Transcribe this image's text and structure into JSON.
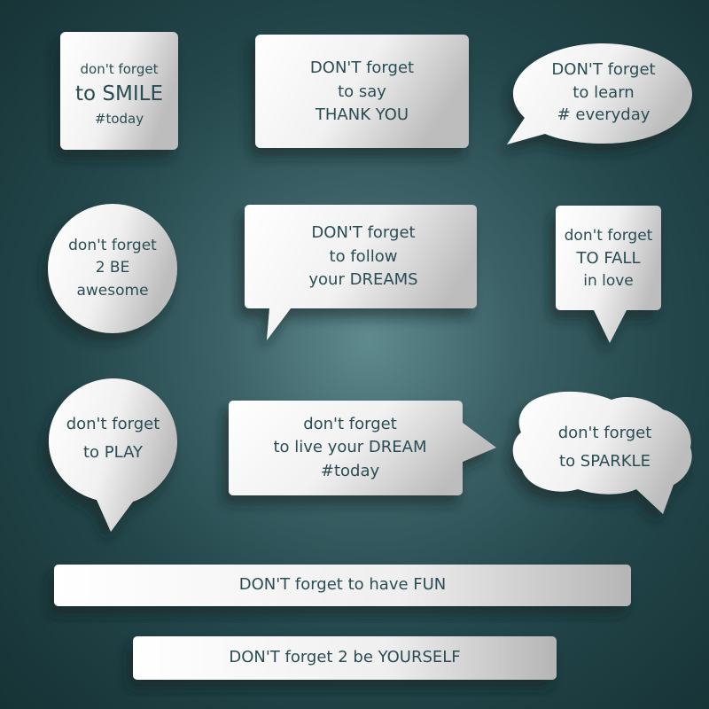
{
  "colors": {
    "background_center": "#5f8a8e",
    "background_edge": "#163235",
    "bubble_light": "#ffffff",
    "bubble_shade": "#b9b9b9",
    "text": "#2a4d55"
  },
  "bubbles": [
    {
      "shape": "rounded-square",
      "lines": [
        "don't forget",
        "to SMILE",
        "#today"
      ]
    },
    {
      "shape": "rectangle",
      "lines": [
        "DON'T forget",
        "to say",
        "THANK YOU"
      ]
    },
    {
      "shape": "oval-speech-bubble",
      "lines": [
        "DON'T forget",
        "to learn",
        "# everyday"
      ]
    },
    {
      "shape": "circle",
      "lines": [
        "don't forget",
        "2 BE",
        "awesome"
      ]
    },
    {
      "shape": "rectangle-speech-bubble",
      "lines": [
        "DON'T forget",
        "to follow",
        "your DREAMS"
      ]
    },
    {
      "shape": "rectangle-speech-bubble",
      "lines": [
        "don't forget",
        "TO FALL",
        "in love"
      ]
    },
    {
      "shape": "round-speech-bubble",
      "lines": [
        "don't forget",
        "to PLAY"
      ]
    },
    {
      "shape": "rectangle-speech-bubble",
      "lines": [
        "don't forget",
        "to live your DREAM",
        "#today"
      ]
    },
    {
      "shape": "cloud-speech-bubble",
      "lines": [
        "don't forget",
        "to SPARKLE"
      ]
    }
  ],
  "banners": [
    {
      "text": "DON'T forget to have FUN"
    },
    {
      "text": "DON'T forget 2 be YOURSELF"
    }
  ]
}
